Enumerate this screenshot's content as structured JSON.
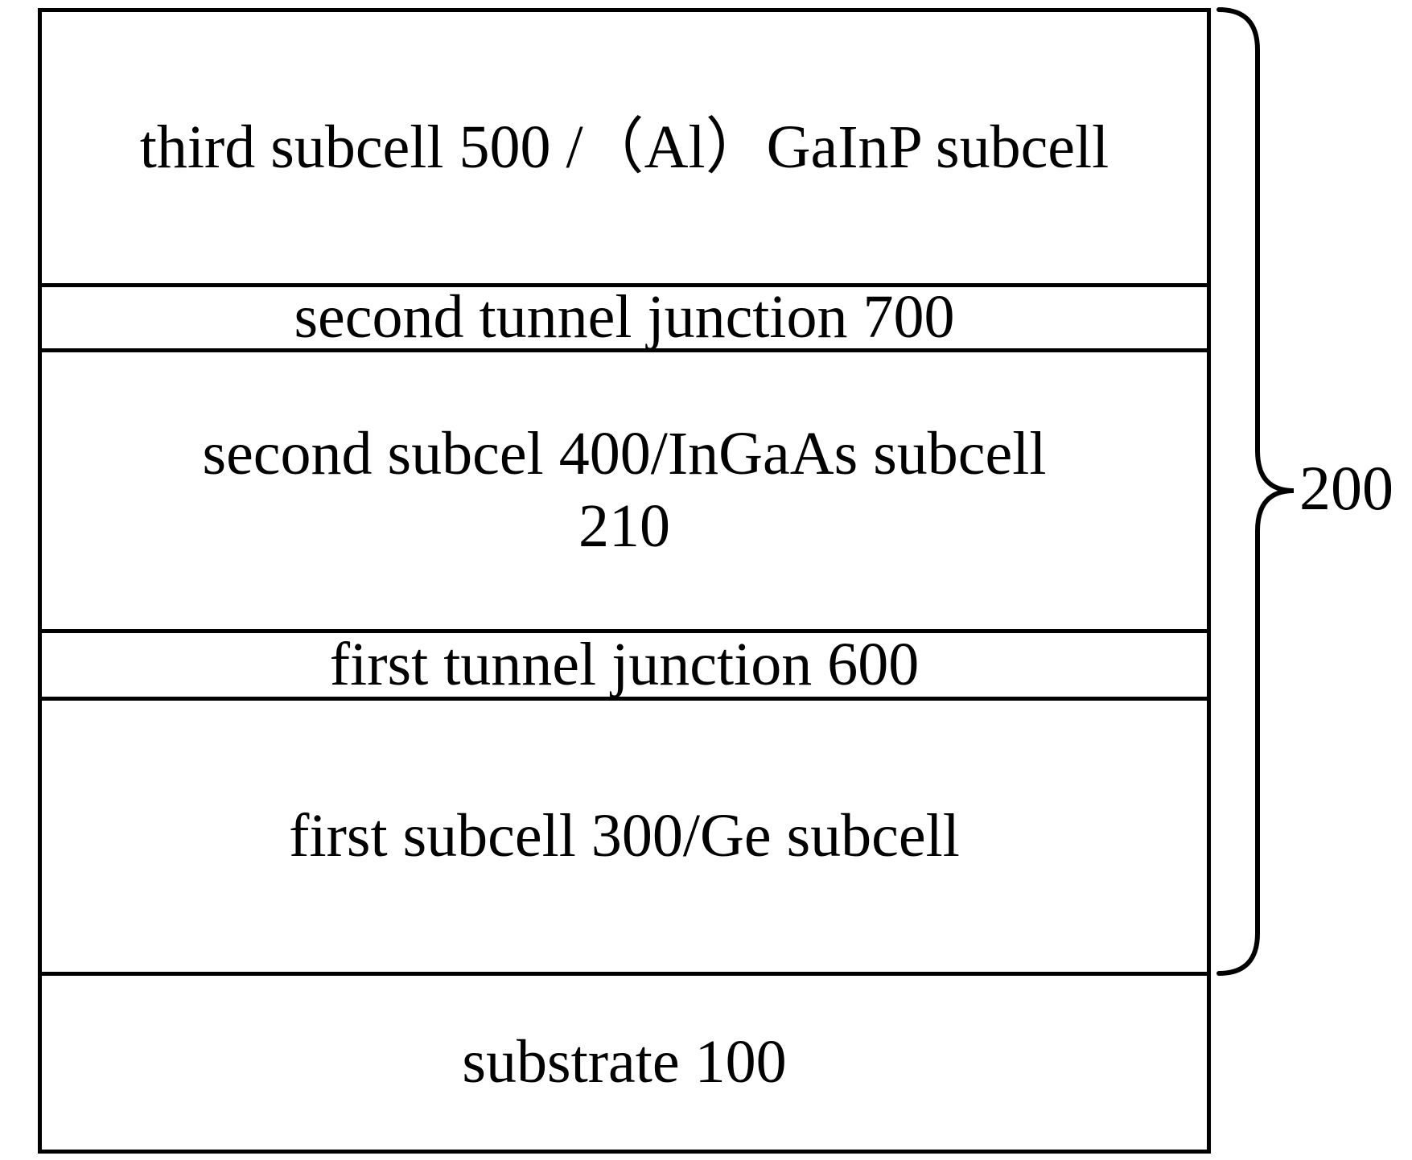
{
  "figure": {
    "layers": [
      {
        "label": "third subcell 500 /（Al）GaInP subcell"
      },
      {
        "label": "second tunnel junction 700"
      },
      {
        "label": "second subcel 400/InGaAs subcell",
        "label2": "210"
      },
      {
        "label": "first tunnel junction 600"
      },
      {
        "label": "first subcell 300/Ge subcell"
      },
      {
        "label": "substrate 100"
      }
    ],
    "brace_label": "200",
    "colors": {
      "line": "#000000",
      "background": "#ffffff",
      "text": "#000000"
    }
  }
}
